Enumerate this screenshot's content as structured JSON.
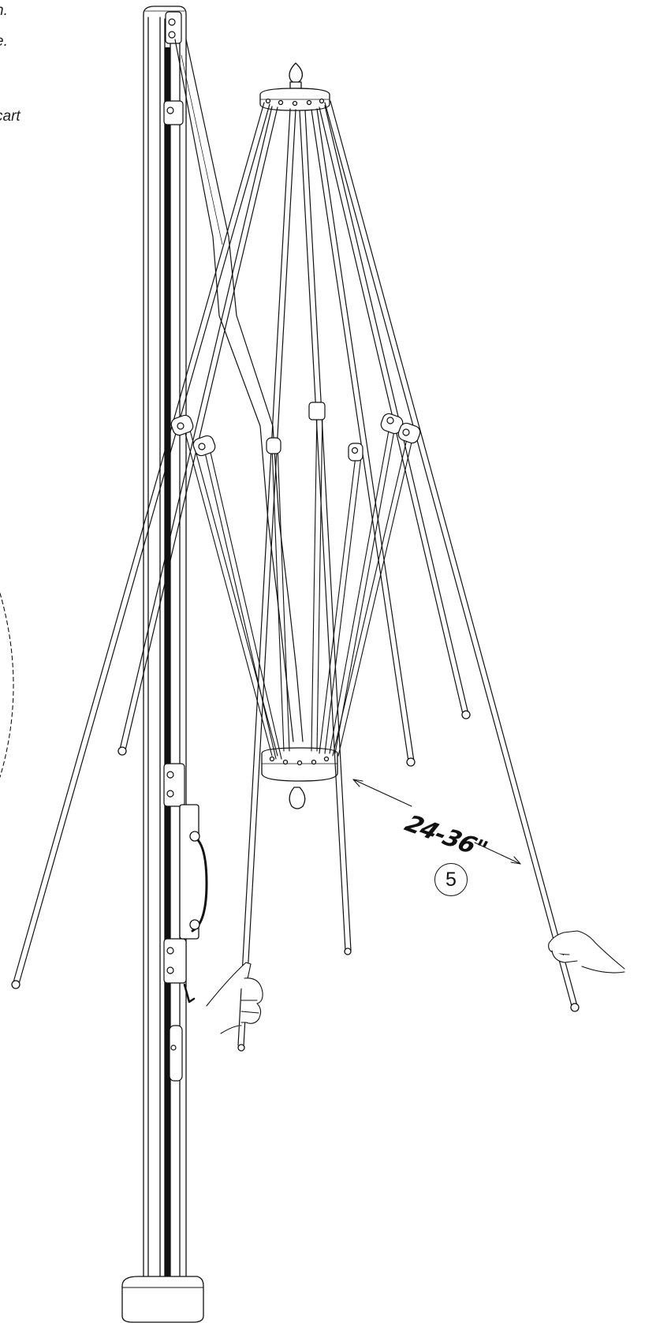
{
  "cropped_text": {
    "line1": "n.",
    "line2": "e.",
    "line3": "cart"
  },
  "dimension": {
    "label": "24-36\""
  },
  "step": {
    "number": "5"
  },
  "illustration": {
    "description_icon": "umbrella-frame-assembly-icon",
    "stroke_color": "#111111",
    "background_color": "#ffffff"
  }
}
